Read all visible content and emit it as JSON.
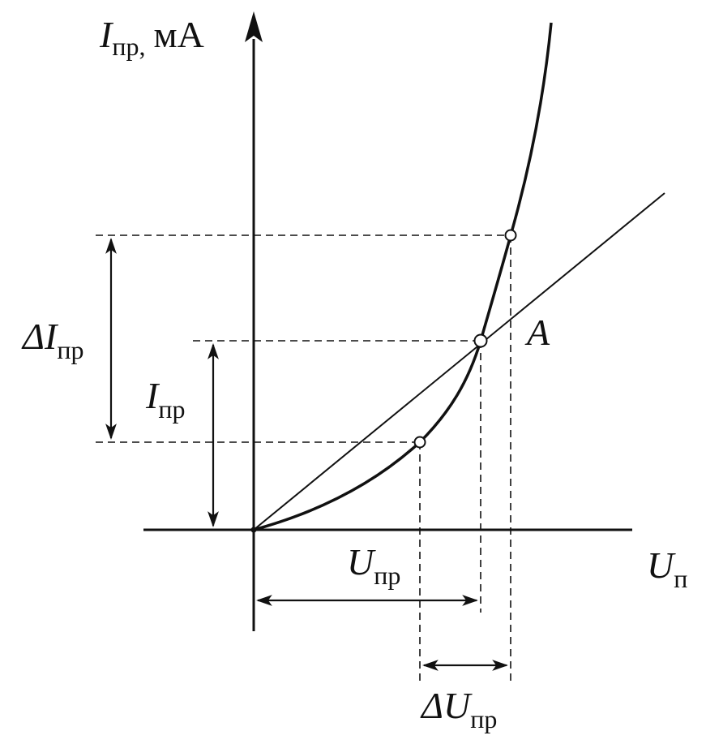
{
  "labels": {
    "y_axis_symbol": "I",
    "y_axis_sub": "пр,",
    "y_axis_unit": "мА",
    "delta_I_symbol": "ΔI",
    "delta_I_sub": "пр",
    "I_symbol": "I",
    "I_sub": "пр",
    "point_A": "A",
    "U_symbol": "U",
    "U_sub": "пр",
    "x_axis_symbol": "U",
    "x_axis_sub": "п",
    "delta_U_symbol": "ΔU",
    "delta_U_sub": "пр"
  },
  "colors": {
    "ink": "#111111",
    "background": "#ffffff"
  }
}
